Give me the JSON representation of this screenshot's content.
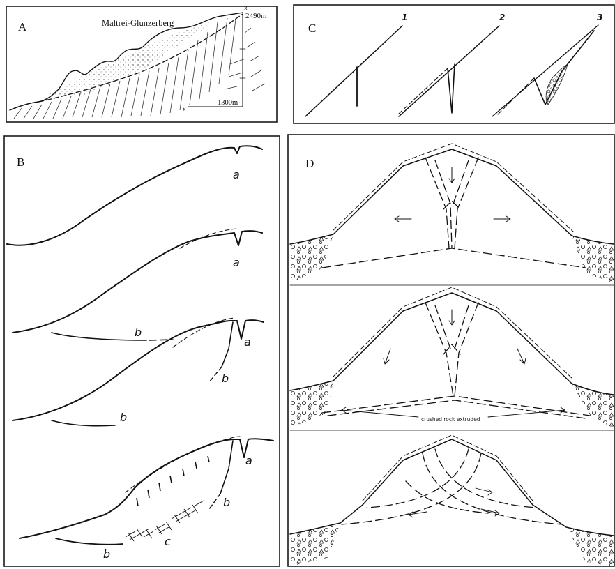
{
  "panels": {
    "a": {
      "label": "A",
      "title": "Maltrei-Glunzerberg",
      "elevation_top": "2490m",
      "elevation_axis": "1300m",
      "axis_marks": [
        "x",
        "x"
      ]
    },
    "b": {
      "label": "B",
      "markers": [
        "a",
        "a",
        "b",
        "a",
        "b",
        "b",
        "a",
        "b",
        "b",
        "c"
      ]
    },
    "c": {
      "label": "C",
      "stages": [
        "1",
        "2",
        "3"
      ]
    },
    "d": {
      "label": "D",
      "annotation": "crushed rock extruded"
    }
  },
  "colors": {
    "ink": "#111111",
    "frame": "#1a1a1a",
    "background": "#ffffff"
  }
}
